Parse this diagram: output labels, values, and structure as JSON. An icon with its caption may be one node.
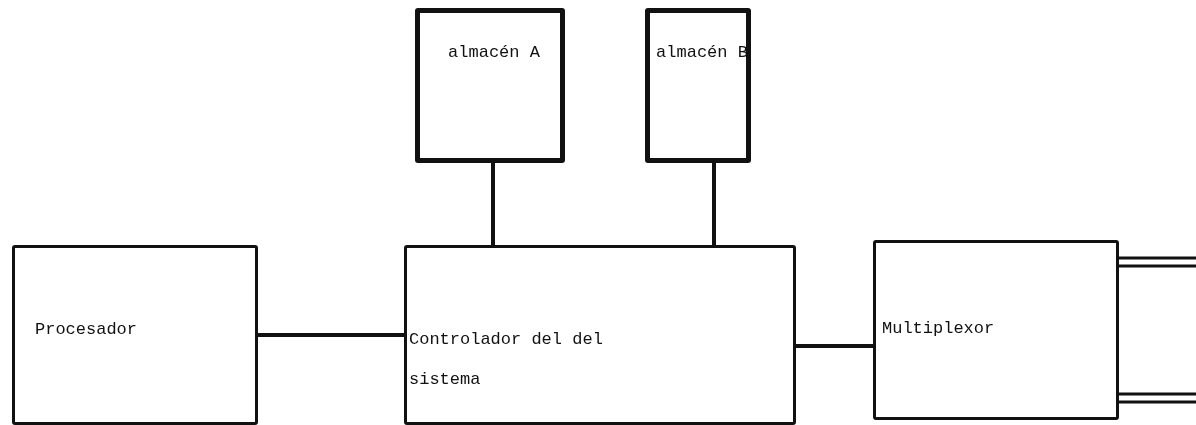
{
  "diagram": {
    "nodes": [
      {
        "text": [
          "almacén A"
        ]
      },
      {
        "text": [
          "almacén B"
        ]
      },
      {
        "text": [
          "Procesador"
        ]
      },
      {
        "text": [
          "Controlador del del sistema"
        ]
      },
      {
        "text": [
          "Multiplexor"
        ]
      }
    ],
    "edges": [
      {
        "from": 0,
        "to": 3,
        "arrow": "none"
      },
      {
        "from": 1,
        "to": 3,
        "arrow": "none"
      },
      {
        "from": 2,
        "to": 3,
        "arrow": "none"
      },
      {
        "from": 3,
        "to": 4,
        "arrow": "none"
      },
      {
        "from": 4,
        "to": null,
        "arrow": "none"
      },
      {
        "from": 4,
        "to": null,
        "arrow": "none"
      }
    ]
  }
}
